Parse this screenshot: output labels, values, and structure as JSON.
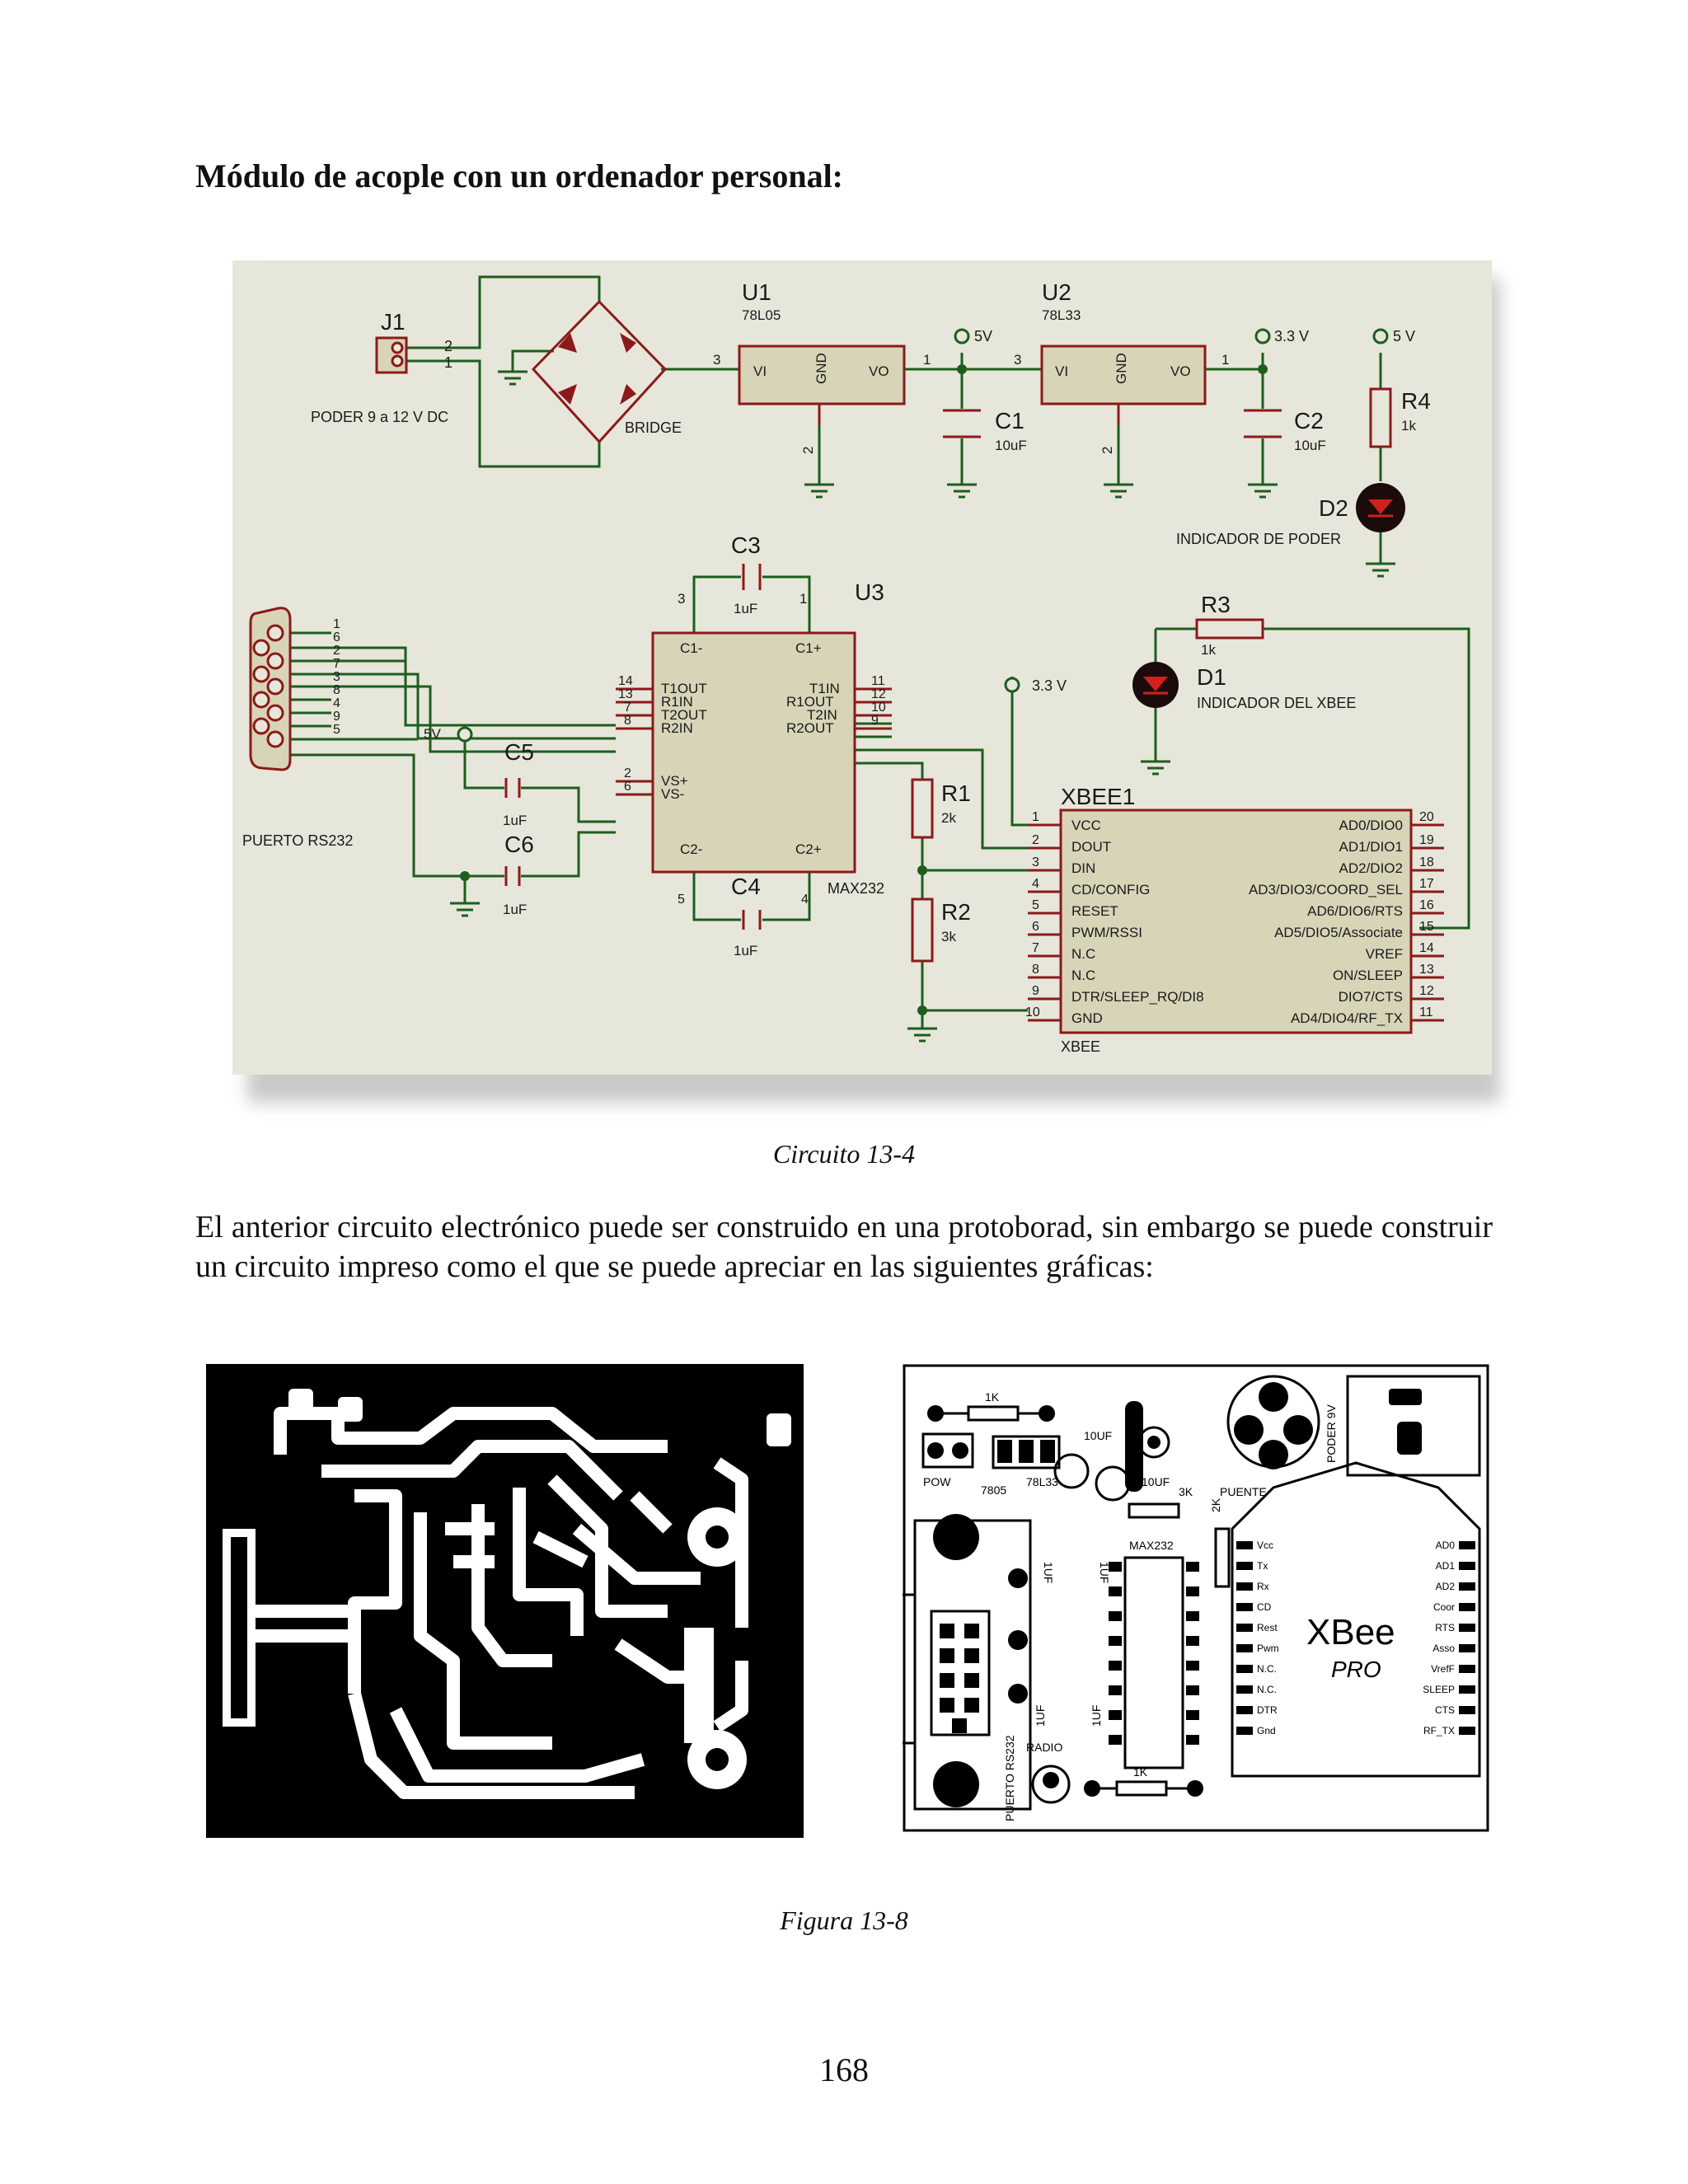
{
  "heading": "Módulo de acople con un ordenador personal:",
  "schematic": {
    "j1": {
      "ref": "J1",
      "label": "PODER 9 a 12 V DC",
      "pin2": "2",
      "pin1": "1"
    },
    "bridge": {
      "label": "BRIDGE"
    },
    "u1": {
      "ref": "U1",
      "value": "78L05",
      "vi": "VI",
      "vo": "VO",
      "gnd": "GND",
      "pin_in": "3",
      "pin_out": "1",
      "pin_gnd": "2"
    },
    "u2": {
      "ref": "U2",
      "value": "78L33",
      "vi": "VI",
      "vo": "VO",
      "gnd": "GND",
      "pin_in": "3",
      "pin_out": "1",
      "pin_gnd": "2"
    },
    "rail_5v": "5V",
    "rail_33v": "3.3 V",
    "rail_5v_b": "5 V",
    "c1": {
      "ref": "C1",
      "value": "10uF"
    },
    "c2": {
      "ref": "C2",
      "value": "10uF"
    },
    "r4": {
      "ref": "R4",
      "value": "1k"
    },
    "d2": {
      "ref": "D2",
      "label": "INDICADOR DE PODER"
    },
    "c3": {
      "ref": "C3",
      "value": "1uF",
      "pin3": "3",
      "pin1": "1"
    },
    "u3": {
      "ref": "U3",
      "part": "MAX232",
      "left_pins": [
        {
          "num": "14",
          "name": "T1OUT"
        },
        {
          "num": "13",
          "name": "R1IN"
        },
        {
          "num": "7",
          "name": "T2OUT"
        },
        {
          "num": "8",
          "name": "R2IN"
        }
      ],
      "right_pins": [
        {
          "num": "11",
          "name": "T1IN"
        },
        {
          "num": "12",
          "name": "R1OUT"
        },
        {
          "num": "10",
          "name": "T2IN"
        },
        {
          "num": "9",
          "name": "R2OUT"
        }
      ],
      "c1m": "C1-",
      "c1p": "C1+",
      "c2m": "C2-",
      "c2p": "C2+",
      "vsp": "VS+",
      "vsm": "VS-",
      "vsp_num": "2",
      "vsm_num": "6",
      "c2m_num": "5",
      "c2p_num": "4"
    },
    "db9": {
      "label": "PUERTO RS232",
      "pins": [
        "1",
        "6",
        "2",
        "7",
        "3",
        "8",
        "4",
        "9",
        "5"
      ]
    },
    "c5": {
      "ref": "C5",
      "value": "1uF",
      "rail": "5V"
    },
    "c6": {
      "ref": "C6",
      "value": "1uF"
    },
    "c4": {
      "ref": "C4",
      "value": "1uF"
    },
    "r3": {
      "ref": "R3",
      "value": "1k"
    },
    "d1": {
      "ref": "D1",
      "label": "INDICADOR DEL XBEE"
    },
    "rail_33v_b": "3.3 V",
    "r1": {
      "ref": "R1",
      "value": "2k"
    },
    "r2": {
      "ref": "R2",
      "value": "3k"
    },
    "xbee": {
      "ref": "XBEE1",
      "footer": "XBEE",
      "left_pins": [
        {
          "num": "1",
          "name": "VCC"
        },
        {
          "num": "2",
          "name": "DOUT"
        },
        {
          "num": "3",
          "name": "DIN"
        },
        {
          "num": "4",
          "name": "CD/CONFIG"
        },
        {
          "num": "5",
          "name": "RESET"
        },
        {
          "num": "6",
          "name": "PWM/RSSI"
        },
        {
          "num": "7",
          "name": "N.C"
        },
        {
          "num": "8",
          "name": "N.C"
        },
        {
          "num": "9",
          "name": "DTR/SLEEP_RQ/DI8"
        },
        {
          "num": "10",
          "name": "GND"
        }
      ],
      "right_pins": [
        {
          "num": "20",
          "name": "AD0/DIO0"
        },
        {
          "num": "19",
          "name": "AD1/DIO1"
        },
        {
          "num": "18",
          "name": "AD2/DIO2"
        },
        {
          "num": "17",
          "name": "AD3/DIO3/COORD_SEL"
        },
        {
          "num": "16",
          "name": "AD6/DIO6/RTS"
        },
        {
          "num": "15",
          "name": "AD5/DIO5/Associate"
        },
        {
          "num": "14",
          "name": "VREF"
        },
        {
          "num": "13",
          "name": "ON/SLEEP"
        },
        {
          "num": "12",
          "name": "DIO7/CTS"
        },
        {
          "num": "11",
          "name": "AD4/DIO4/RF_TX"
        }
      ]
    }
  },
  "caption_circuit": "Circuito 13-4",
  "paragraph": "El anterior circuito electrónico puede ser construido en una protoborad, sin embargo se puede construir un circuito impreso como el que se puede apreciar en las siguientes gráficas:",
  "pcb_silkscreen": {
    "r_1k_top": "1K",
    "pow": "POW",
    "reg_7805": "7805",
    "reg_78l33": "78L33",
    "c_10uf_a": "10UF",
    "c_10uf_b": "10UF",
    "r_3k": "3K",
    "r_2k": "2K",
    "puente": "PUENTE",
    "poder_9v": "PODER 9V",
    "max232": "MAX232",
    "c_1uf_a": "1UF",
    "c_1uf_b": "1UF",
    "c_1uf_c": "1UF",
    "c_1uf_d": "1UF",
    "puerto_rs232": "PUERTO RS232",
    "radio": "RADIO",
    "r_1k_bottom": "1K",
    "xbee_logo": "XBee",
    "xbee_pro": "PRO",
    "xbee_left": [
      "Vcc",
      "Tx",
      "Rx",
      "CD",
      "Rest",
      "Pwm",
      "N.C.",
      "N.C.",
      "DTR",
      "Gnd"
    ],
    "xbee_right": [
      "AD0",
      "AD1",
      "AD2",
      "Coor",
      "RTS",
      "Asso",
      "VrefF",
      "SLEEP",
      "CTS",
      "RF_TX"
    ]
  },
  "caption_figure": "Figura 13-8",
  "page_number": "168"
}
